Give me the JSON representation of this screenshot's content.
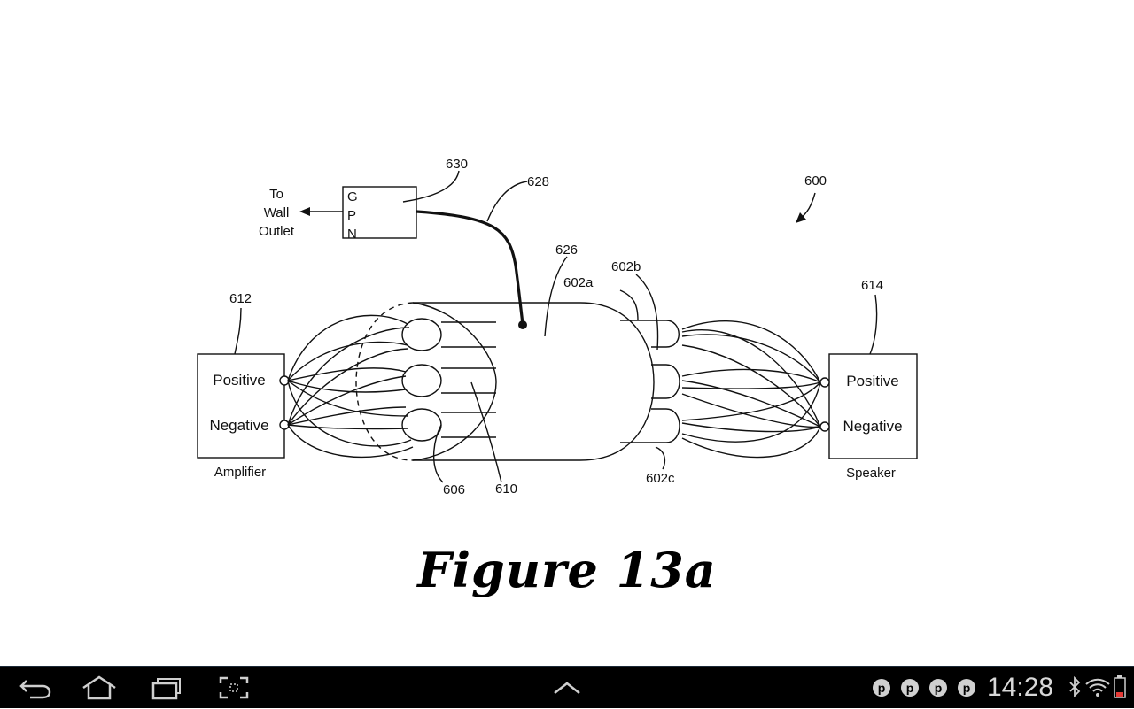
{
  "figure": {
    "caption": "Figure 13a",
    "labels": {
      "to_wall_outlet": [
        "To",
        "Wall",
        "Outlet"
      ],
      "gpn": [
        "G",
        "P",
        "N"
      ],
      "ref_630": "630",
      "ref_628": "628",
      "ref_626": "626",
      "ref_602a": "602a",
      "ref_602b": "602b",
      "ref_602c": "602c",
      "ref_600": "600",
      "ref_612": "612",
      "ref_614": "614",
      "ref_606": "606",
      "ref_610": "610",
      "amp_positive": "Positive",
      "amp_negative": "Negative",
      "amp_caption": "Amplifier",
      "spk_positive": "Positive",
      "spk_negative": "Negative",
      "spk_caption": "Speaker"
    }
  },
  "navbar": {
    "back_icon": "back-icon",
    "home_icon": "home-icon",
    "recent_icon": "recent-apps-icon",
    "screenshot_icon": "screenshot-icon",
    "up_icon": "chevron-up-icon",
    "notification_icons": [
      "pinterest-icon",
      "pinterest-icon",
      "pinterest-icon",
      "pinterest-icon"
    ],
    "time": "14:28",
    "bluetooth_icon": "bluetooth-icon",
    "wifi_icon": "wifi-icon",
    "battery_icon": "battery-icon",
    "battery_color": "#e53935"
  }
}
